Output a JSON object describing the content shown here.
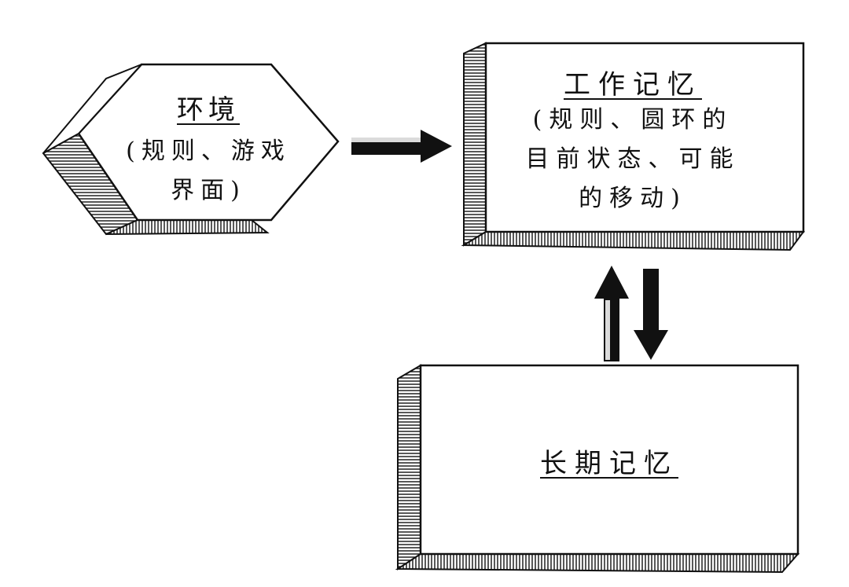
{
  "environment": {
    "title": "环境",
    "description_lines": [
      "(规则、游戏",
      "界面)"
    ]
  },
  "working_memory": {
    "title": "工作记忆",
    "description_lines": [
      "(规则、圆环的",
      "目前状态、可能",
      "的移动)"
    ]
  },
  "long_term_memory": {
    "title": "长期记忆"
  },
  "colors": {
    "stroke": "#111111",
    "fill": "#ffffff",
    "arrow": "#111111"
  },
  "icons": [
    "arrow-right-icon",
    "arrow-up-icon",
    "arrow-down-icon"
  ]
}
